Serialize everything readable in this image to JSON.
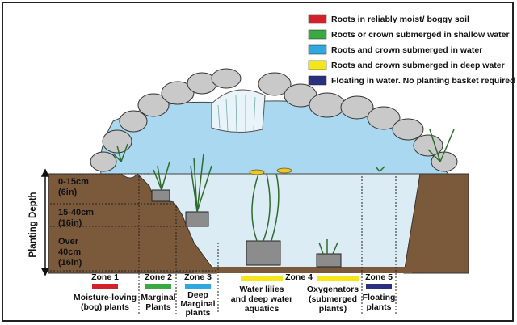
{
  "legend": [
    {
      "label": "Roots in reliably moist/ boggy soil",
      "color": "#d4202a"
    },
    {
      "label": "Roots or crown submerged in shallow water",
      "color": "#3aa843"
    },
    {
      "label": "Roots and crown submerged in water",
      "color": "#2fa8e0"
    },
    {
      "label": "Roots and crown submerged in deep water",
      "color": "#f5e61a"
    },
    {
      "label": "Floating in water.  No planting basket required",
      "color": "#2a2f7f"
    }
  ],
  "depth_axis": {
    "title": "Planting Depth",
    "levels": [
      {
        "line1": "0-15cm",
        "line2": "(6in)"
      },
      {
        "line1": "15-40cm",
        "line2": "(16in)"
      },
      {
        "line1": "Over",
        "line2": "40cm",
        "line3": "(16in)"
      }
    ]
  },
  "zones": [
    {
      "title": "Zone 1",
      "color": "#d4202a",
      "desc1": "Moisture-loving",
      "desc2": "(bog) plants",
      "desc3": ""
    },
    {
      "title": "Zone 2",
      "color": "#3aa843",
      "desc1": "Marginal",
      "desc2": "Plants",
      "desc3": ""
    },
    {
      "title": "Zone 3",
      "color": "#2fa8e0",
      "desc1": "Deep",
      "desc2": "Marginal",
      "desc3": "plants"
    },
    {
      "title": "Zone 4",
      "color": "#f5e61a",
      "desc1": "Water lilies",
      "desc2": "and deep water",
      "desc3": "aquatics",
      "desc1b": "Oxygenators",
      "desc2b": "(submerged",
      "desc3b": "plants)"
    },
    {
      "title": "Zone 5",
      "color": "#2a2f7f",
      "desc1": "Floating",
      "desc2": "plants",
      "desc3": ""
    }
  ]
}
